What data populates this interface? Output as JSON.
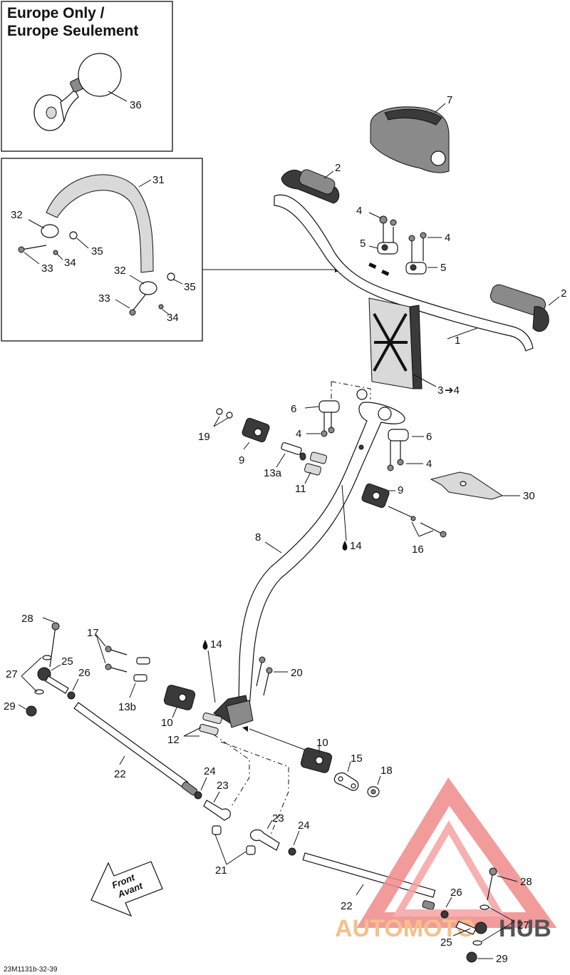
{
  "inset_europe": {
    "title_line1": "Europe Only /",
    "title_line2": "Europe Seulement"
  },
  "callouts": {
    "c1": "1",
    "c2a": "2",
    "c2b": "2",
    "c3": "3",
    "c3_arrow": "➔4",
    "c4a": "4",
    "c4b": "4",
    "c4c": "4",
    "c4d": "4",
    "c5a": "5",
    "c5b": "5",
    "c6a": "6",
    "c6b": "6",
    "c7": "7",
    "c8": "8",
    "c9a": "9",
    "c9b": "9",
    "c10a": "10",
    "c10b": "10",
    "c11": "11",
    "c12": "12",
    "c13a": "13a",
    "c13b": "13b",
    "c14a": "14",
    "c14b": "14",
    "c15": "15",
    "c16": "16",
    "c17": "17",
    "c18": "18",
    "c19": "19",
    "c20": "20",
    "c21": "21",
    "c22a": "22",
    "c22b": "22",
    "c23a": "23",
    "c23b": "23",
    "c24a": "24",
    "c24b": "24",
    "c25a": "25",
    "c25b": "25",
    "c26a": "26",
    "c26b": "26",
    "c27a": "27",
    "c27b": "27",
    "c28a": "28",
    "c28b": "28",
    "c29a": "29",
    "c29b": "29",
    "c30": "30",
    "c31": "31",
    "c32a": "32",
    "c32b": "32",
    "c33a": "33",
    "c33b": "33",
    "c34a": "34",
    "c34b": "34",
    "c35a": "35",
    "c35b": "35",
    "c36": "36"
  },
  "front_label_line1": "Front",
  "front_label_line2": "Avant",
  "drawing_ref": "23M1131b-32-39",
  "watermark": {
    "text_part1": "AUTOMOTO",
    "text_part2": "HUB",
    "color_primary": "#f08a8a",
    "color_secondary": "#f5c08a",
    "color_dark": "#555555"
  }
}
